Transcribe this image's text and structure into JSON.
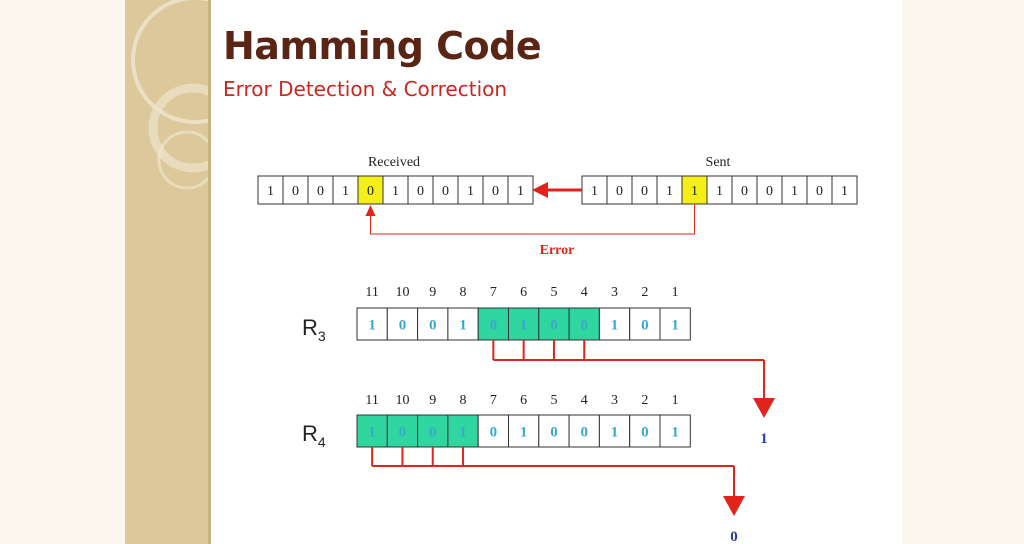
{
  "title": "Hamming Code",
  "subtitle": "Error Detection & Correction",
  "top": {
    "received_label": "Received",
    "sent_label": "Sent",
    "error_label": "Error",
    "received_bits": [
      "1",
      "0",
      "0",
      "1",
      "0",
      "1",
      "0",
      "0",
      "1",
      "0",
      "1"
    ],
    "sent_bits": [
      "1",
      "0",
      "0",
      "1",
      "1",
      "1",
      "0",
      "0",
      "1",
      "0",
      "1"
    ],
    "highlight_index": 4
  },
  "positions": [
    "11",
    "10",
    "9",
    "8",
    "7",
    "6",
    "5",
    "4",
    "3",
    "2",
    "1"
  ],
  "r3": {
    "label": "R",
    "sub": "3",
    "bits": [
      "1",
      "0",
      "0",
      "1",
      "0",
      "1",
      "0",
      "0",
      "1",
      "0",
      "1"
    ],
    "highlight": [
      4,
      5,
      6,
      7
    ],
    "result": "1"
  },
  "r4": {
    "label": "R",
    "sub": "4",
    "bits": [
      "1",
      "0",
      "0",
      "1",
      "0",
      "1",
      "0",
      "0",
      "1",
      "0",
      "1"
    ],
    "highlight": [
      0,
      1,
      2,
      3
    ],
    "result": "0"
  },
  "colors": {
    "yellow": "#f5ef18",
    "green": "#2fd6a0",
    "red": "#e0241b",
    "bit_blue": "#3aa8c8",
    "result_blue": "#2a3aa6"
  }
}
